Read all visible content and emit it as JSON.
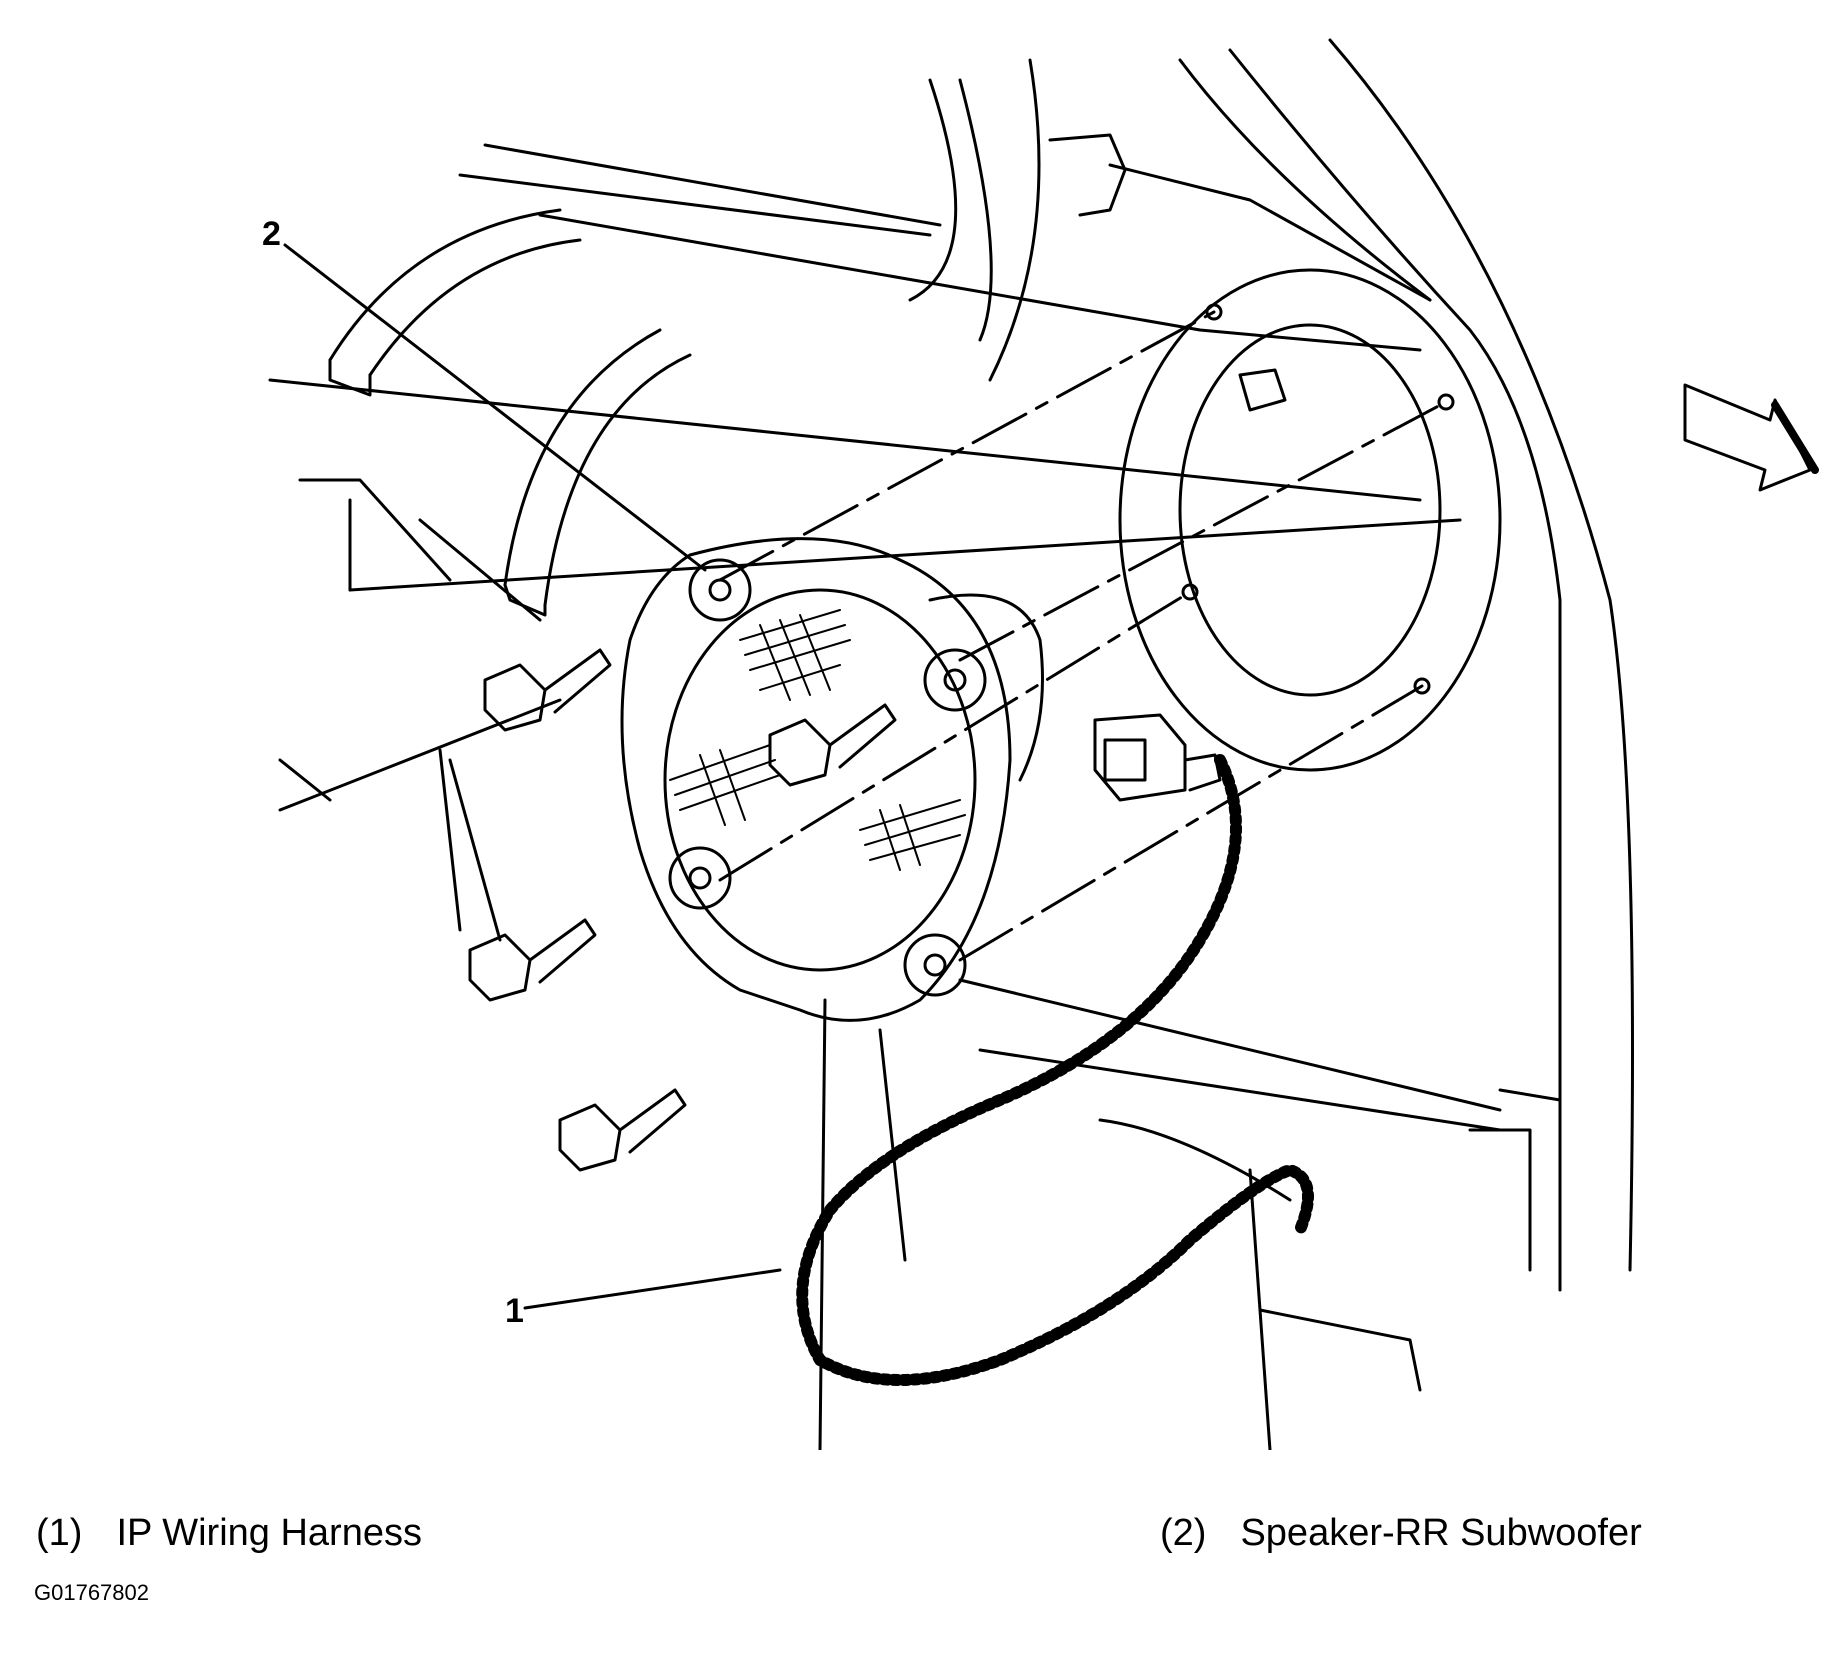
{
  "callouts": [
    {
      "id": "1",
      "number": "1"
    },
    {
      "id": "2",
      "number": "2"
    }
  ],
  "legend": [
    {
      "number": "(1)",
      "label": "IP Wiring Harness"
    },
    {
      "number": "(2)",
      "label": "Speaker-RR Subwoofer"
    }
  ],
  "figure_id": "G01767802",
  "icons": [
    "forward-arrow-icon",
    "bolt-icon",
    "connector-icon"
  ],
  "colors": {
    "line": "#000000",
    "background": "#ffffff"
  }
}
